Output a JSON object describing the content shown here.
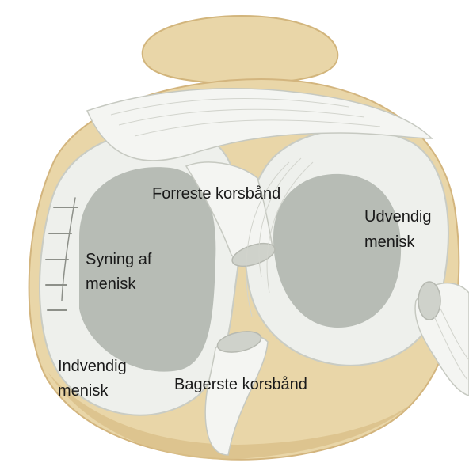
{
  "labels": {
    "forreste": "Forreste korsbånd",
    "udvendig_line1": "Udvendig",
    "udvendig_line2": "menisk",
    "syning_line1": "Syning af",
    "syning_line2": "menisk",
    "indvendig_line1": "Indvendig",
    "indvendig_line2": "menisk",
    "bagerste": "Bagerste korsbånd"
  },
  "colors": {
    "bone": "#e9d6a8",
    "bone_shade": "#d9bf88",
    "meniscus": "#eef0ec",
    "meniscus_edge": "#c9ccc4",
    "cartilage": "#b7bcb5",
    "ligament": "#f4f5f2",
    "ligament_line": "#c6c9c1",
    "stitch": "#8d9089"
  }
}
